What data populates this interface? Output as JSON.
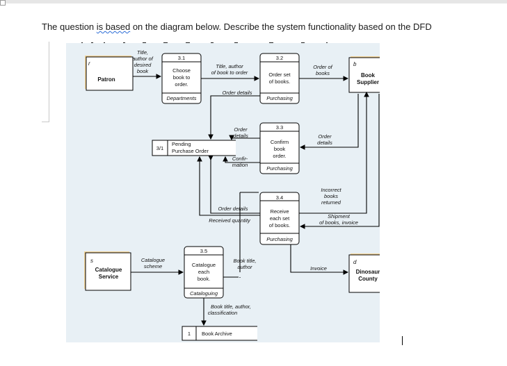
{
  "question": {
    "before": "The question ",
    "underlined": "is based",
    "after": " on the diagram below. Describe the system functionality based on the DFD"
  },
  "dfd": {
    "entities": {
      "patron": {
        "id": "r",
        "name": "Patron"
      },
      "supplier": {
        "id": "b",
        "name_line1": "Book",
        "name_line2": "Supplier"
      },
      "catalogue_service": {
        "id": "s",
        "name_line1": "Catalogue",
        "name_line2": "Service"
      },
      "dinosaur_county": {
        "id": "d",
        "name_line1": "Dinosaur",
        "name_line2": "County"
      }
    },
    "processes": {
      "p31": {
        "num": "3.1",
        "l1": "Choose",
        "l2": "book to",
        "l3": "order.",
        "location": "Departments"
      },
      "p32": {
        "num": "3.2",
        "l1": "Order set",
        "l2": "of books.",
        "location": "Purchasing"
      },
      "p33": {
        "num": "3.3",
        "l1": "Confirm",
        "l2": "book",
        "l3": "order.",
        "location": "Purchasing"
      },
      "p34": {
        "num": "3.4",
        "l1": "Receive",
        "l2": "each set",
        "l3": "of books.",
        "location": "Purchasing"
      },
      "p35": {
        "num": "3.5",
        "l1": "Catalogue",
        "l2": "each",
        "l3": "book.",
        "location": "Cataloguing"
      }
    },
    "stores": {
      "pending": {
        "id": "3/1",
        "l1": "Pending",
        "l2": "Purchase Order"
      },
      "archive": {
        "id": "1",
        "name": "Book Archive"
      }
    },
    "flows": {
      "title_author_desired": [
        "Title,",
        "author of",
        "desired",
        "book"
      ],
      "title_author_order": [
        "Title, author",
        "of book to order"
      ],
      "order_of_books": [
        "Order of",
        "books"
      ],
      "order_details_1": "Order details",
      "order_details_2": [
        "Order",
        "details"
      ],
      "order_details_3": [
        "Order",
        "details"
      ],
      "confirmation": [
        "Confir-",
        "mation"
      ],
      "order_details_4": "Order details",
      "received_quantity": "Received quantity",
      "incorrect_books": [
        "Incorrect",
        "books",
        "returned"
      ],
      "shipment": [
        "Shipment",
        "of books, invoice"
      ],
      "catalogue_scheme": [
        "Catalogue",
        "scheme"
      ],
      "book_title_author": [
        "Book title,",
        "author"
      ],
      "invoice": "Invoice",
      "book_title_class": [
        "Book title, author,",
        "classification"
      ]
    }
  }
}
